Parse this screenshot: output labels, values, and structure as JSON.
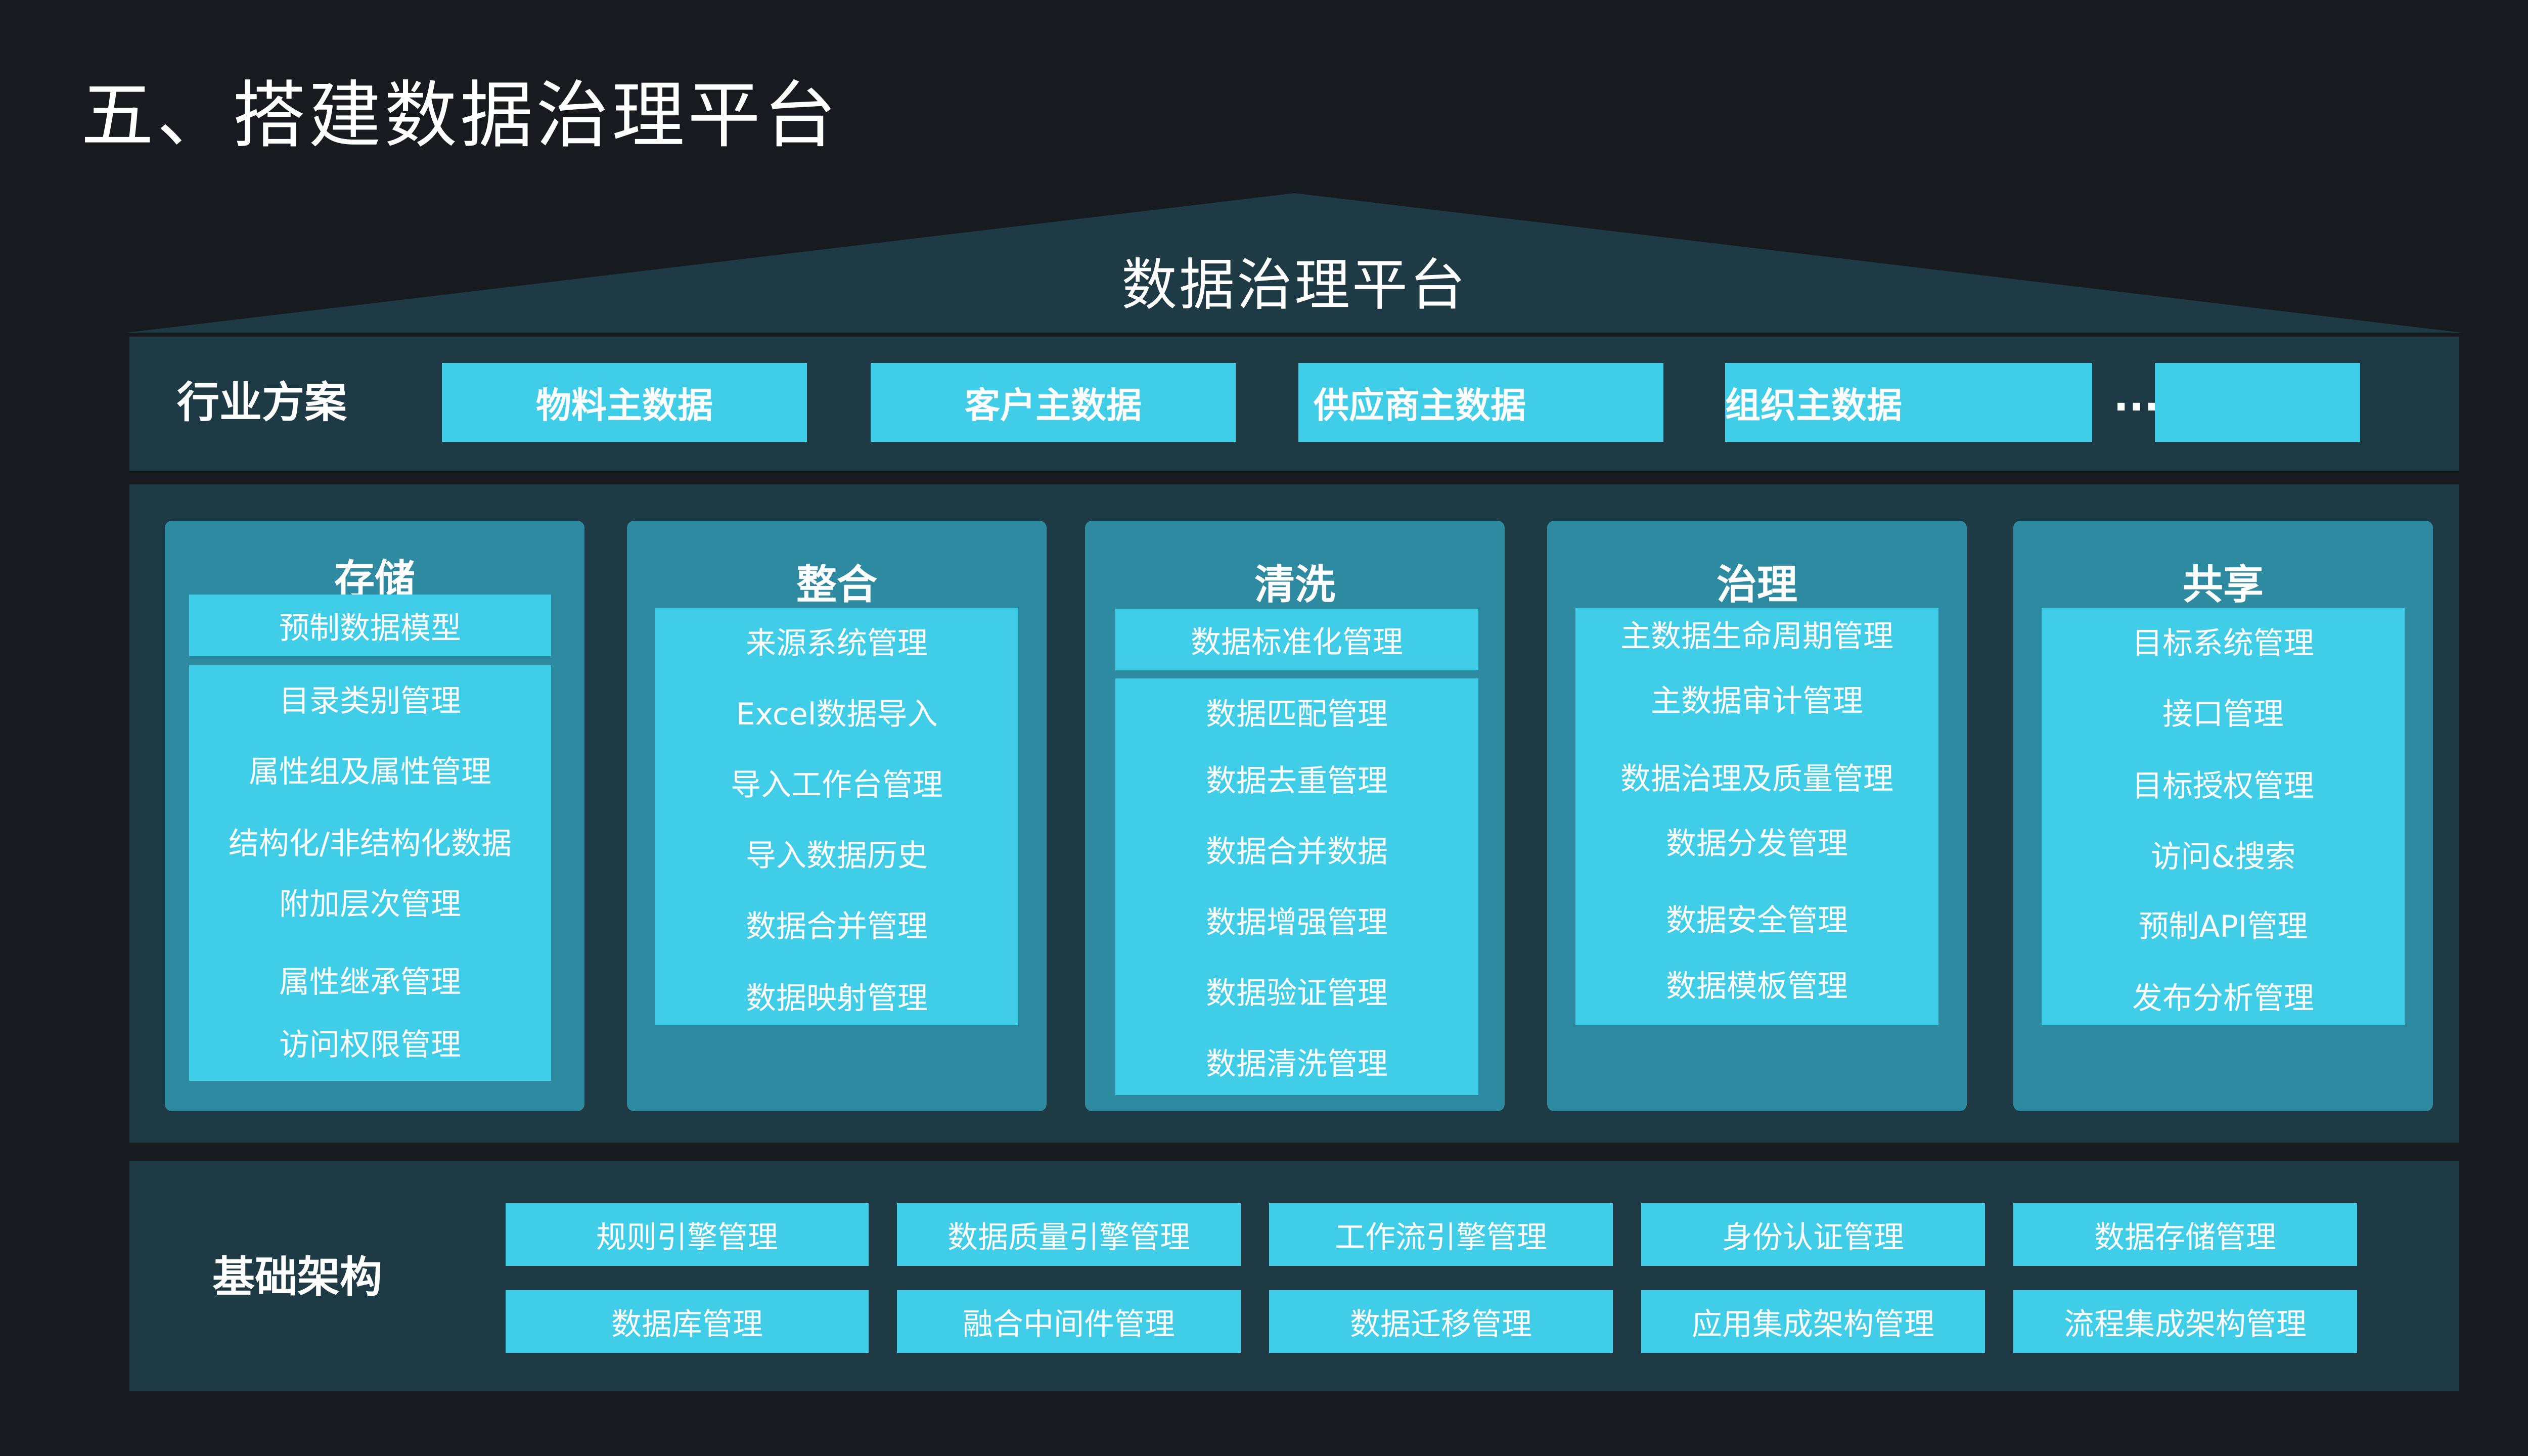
{
  "page_title": "五、搭建数据治理平台",
  "platform_title": "数据治理平台",
  "solutions": {
    "label": "行业方案",
    "items": [
      "物料主数据",
      "客户主数据",
      "供应商主数据",
      "组织主数据",
      ""
    ],
    "ellipsis": "..."
  },
  "functions": [
    {
      "title": "存储",
      "top_item": "预制数据模型",
      "items": [
        "目录类别管理",
        "属性组及属性管理",
        "结构化/非结构化数据",
        "附加层次管理",
        "属性继承管理",
        "访问权限管理"
      ]
    },
    {
      "title": "整合",
      "items": [
        "来源系统管理",
        "Excel数据导入",
        "导入工作台管理",
        "导入数据历史",
        "数据合并管理",
        "数据映射管理"
      ]
    },
    {
      "title": "清洗",
      "top_item": "数据标准化管理",
      "items": [
        "数据匹配管理",
        "数据去重管理",
        "数据合并数据",
        "数据增强管理",
        "数据验证管理",
        "数据清洗管理"
      ]
    },
    {
      "title": "治理",
      "items": [
        "主数据生命周期管理",
        "主数据审计管理",
        "数据治理及质量管理",
        "数据分发管理",
        "数据安全管理",
        "数据模板管理"
      ]
    },
    {
      "title": "共享",
      "items": [
        "目标系统管理",
        "接口管理",
        "目标授权管理",
        "访问&搜索",
        "预制API管理",
        "发布分析管理"
      ]
    }
  ],
  "infrastructure": {
    "label": "基础架构",
    "row1": [
      "规则引擎管理",
      "数据质量引擎管理",
      "工作流引擎管理",
      "身份认证管理",
      "数据存储管理"
    ],
    "row2": [
      "数据库管理",
      "融合中间件管理",
      "数据迁移管理",
      "应用集成架构管理",
      "流程集成架构管理"
    ]
  },
  "colors": {
    "background": "#171b1f",
    "panel_dark": "#1e3a44",
    "column": "#2e8aa0",
    "box": "#40cde8",
    "text": "#ffffff"
  }
}
